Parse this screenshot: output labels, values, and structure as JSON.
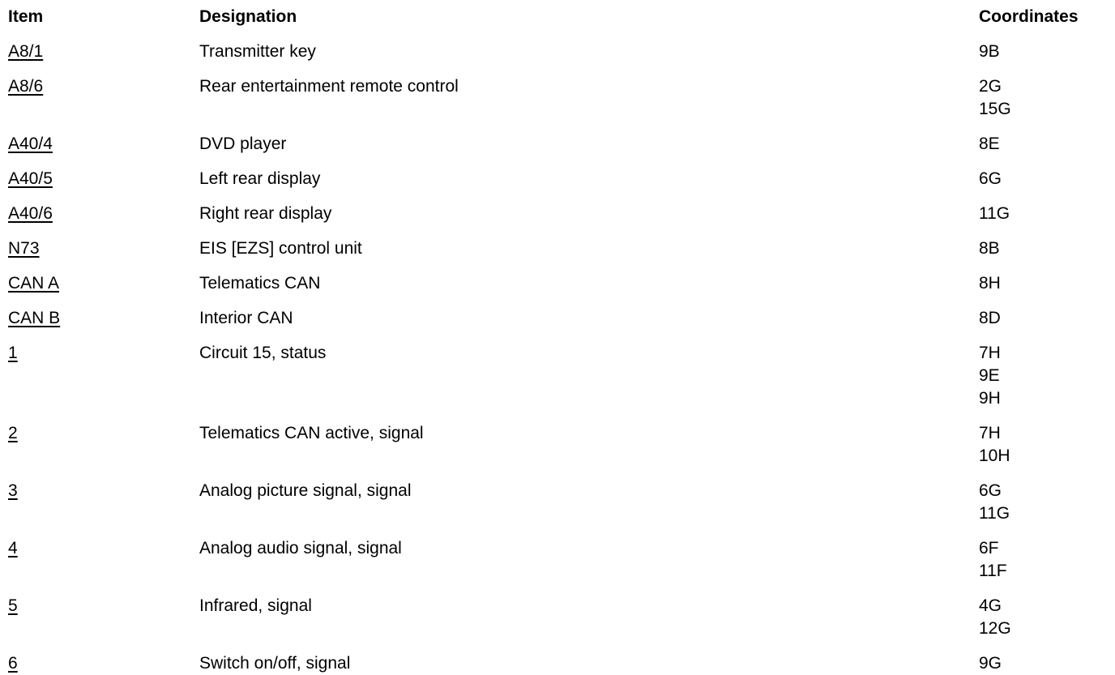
{
  "table": {
    "columns": [
      {
        "key": "item",
        "label": "Item"
      },
      {
        "key": "designation",
        "label": "Designation"
      },
      {
        "key": "coordinates",
        "label": "Coordinates"
      }
    ],
    "rows": [
      {
        "item": "A8/1",
        "designation": "Transmitter key",
        "coordinates": [
          "9B"
        ]
      },
      {
        "item": "A8/6",
        "designation": "Rear entertainment remote control",
        "coordinates": [
          "2G",
          "15G"
        ]
      },
      {
        "item": "A40/4",
        "designation": "DVD player",
        "coordinates": [
          "8E"
        ]
      },
      {
        "item": "A40/5",
        "designation": "Left rear display",
        "coordinates": [
          "6G"
        ]
      },
      {
        "item": "A40/6",
        "designation": "Right rear display",
        "coordinates": [
          "11G"
        ]
      },
      {
        "item": "N73",
        "designation": "EIS [EZS] control unit",
        "coordinates": [
          "8B"
        ]
      },
      {
        "item": "CAN A",
        "designation": "Telematics CAN",
        "coordinates": [
          "8H"
        ]
      },
      {
        "item": "CAN B",
        "designation": "Interior CAN",
        "coordinates": [
          "8D"
        ]
      },
      {
        "item": "1",
        "designation": "Circuit 15, status",
        "coordinates": [
          "7H",
          "9E",
          "9H"
        ]
      },
      {
        "item": "2",
        "designation": "Telematics CAN active, signal",
        "coordinates": [
          "7H",
          "10H"
        ]
      },
      {
        "item": "3",
        "designation": "Analog picture signal, signal",
        "coordinates": [
          "6G",
          "11G"
        ]
      },
      {
        "item": "4",
        "designation": "Analog audio signal, signal",
        "coordinates": [
          "6F",
          "11F"
        ]
      },
      {
        "item": "5",
        "designation": "Infrared, signal",
        "coordinates": [
          "4G",
          "12G"
        ]
      },
      {
        "item": "6",
        "designation": "Switch on/off, signal",
        "coordinates": [
          "9G"
        ]
      }
    ]
  },
  "colors": {
    "text": "#000000",
    "background": "#ffffff"
  }
}
